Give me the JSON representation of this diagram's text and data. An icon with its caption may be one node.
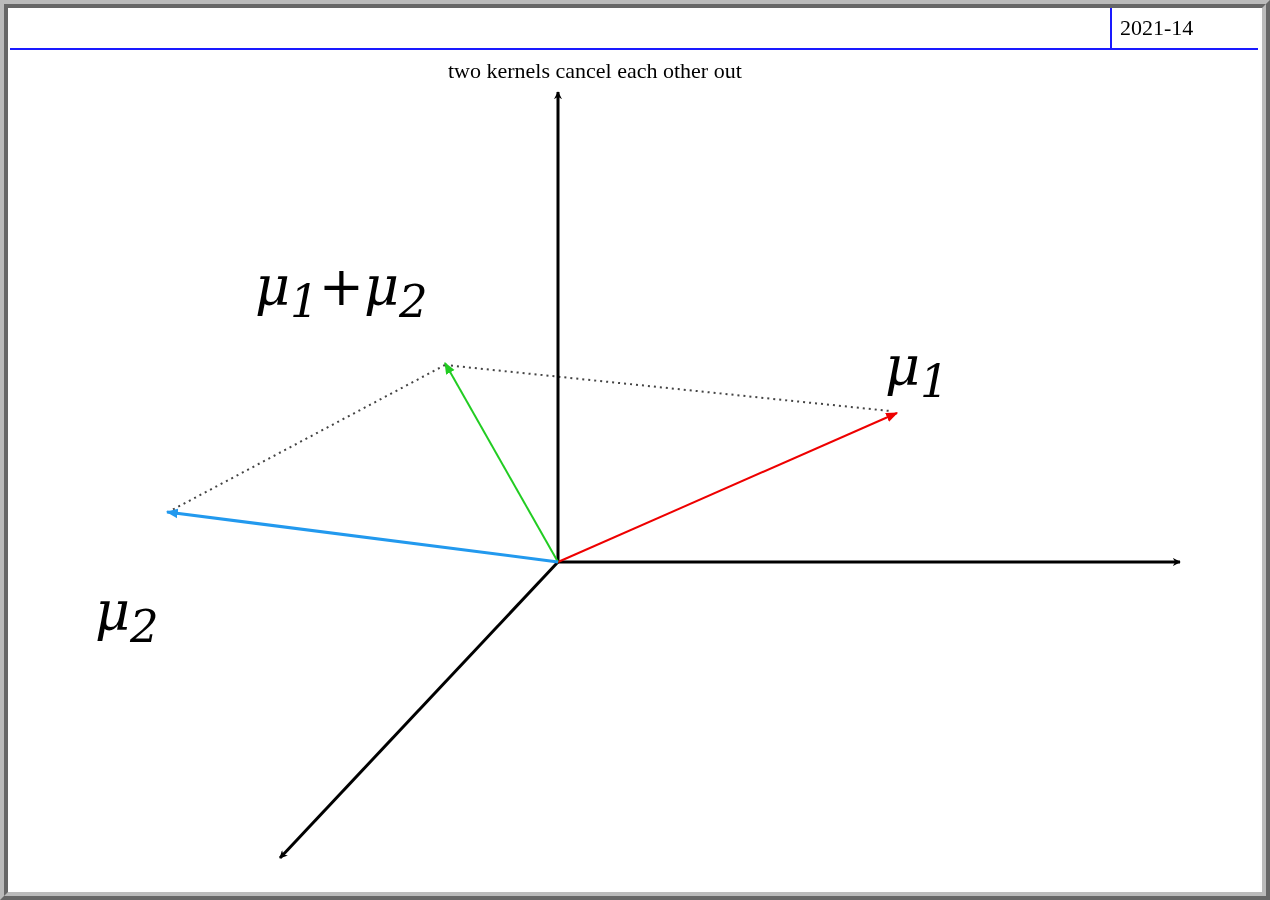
{
  "diagram": {
    "title": "two kernels cancel each other out",
    "labels": [
      "2021-14",
      "μ$_{1}$+μ$_{2}$",
      "μ$_{1}$",
      "μ$_{2}$"
    ]
  }
}
